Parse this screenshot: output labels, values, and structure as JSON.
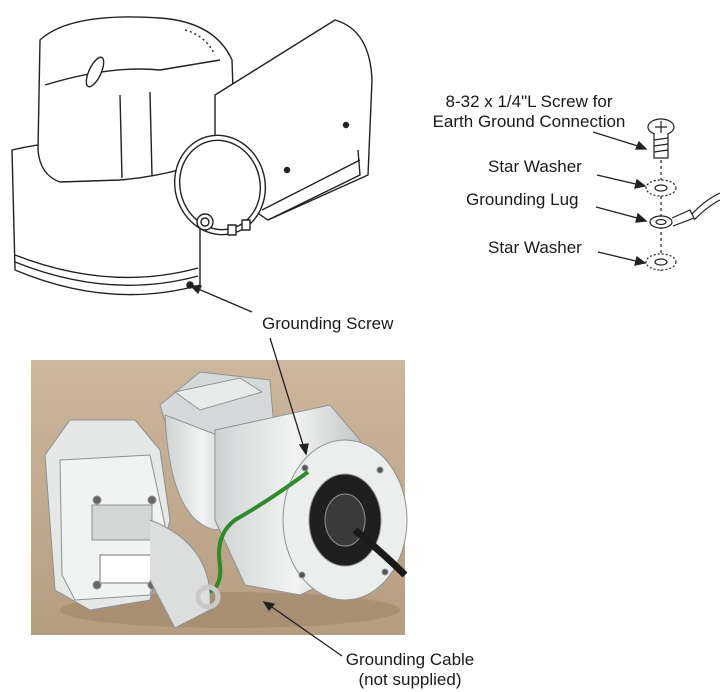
{
  "labels": {
    "screw_line1": "8-32 x 1/4\"L Screw for",
    "screw_line2": "Earth Ground Connection",
    "star_washer_top": "Star Washer",
    "grounding_lug": "Grounding Lug",
    "star_washer_bottom": "Star Washer",
    "grounding_screw": "Grounding Screw",
    "cable_line1": "Grounding Cable",
    "cable_line2": "(not supplied)"
  },
  "colors": {
    "photo_background": "#c2aa8e",
    "housing": "#e4e6e6",
    "grounding_wire": "#2f8a2a",
    "power_cable": "#1a1a1a"
  }
}
